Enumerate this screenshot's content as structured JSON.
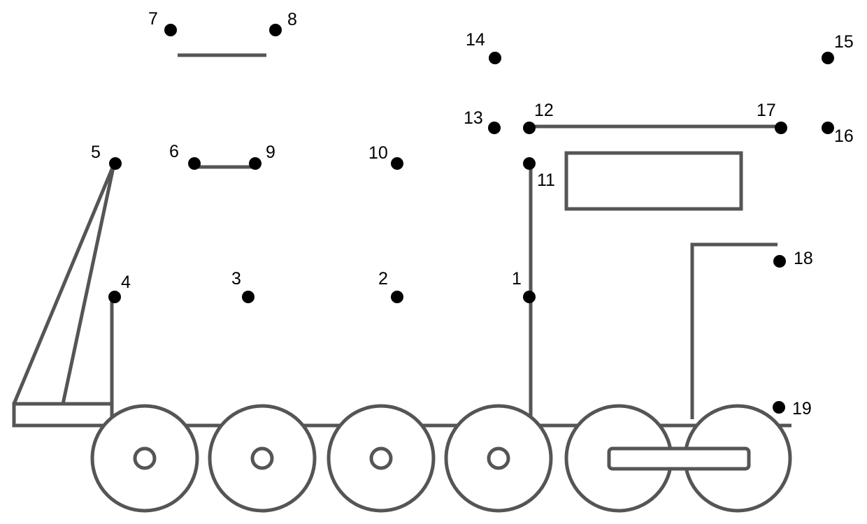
{
  "worksheet": {
    "dots": [
      {
        "label": "1"
      },
      {
        "label": "2"
      },
      {
        "label": "3"
      },
      {
        "label": "4"
      },
      {
        "label": "5"
      },
      {
        "label": "6"
      },
      {
        "label": "7"
      },
      {
        "label": "8"
      },
      {
        "label": "9"
      },
      {
        "label": "10"
      },
      {
        "label": "11"
      },
      {
        "label": "12"
      },
      {
        "label": "13"
      },
      {
        "label": "14"
      },
      {
        "label": "15"
      },
      {
        "label": "16"
      },
      {
        "label": "17"
      },
      {
        "label": "18"
      },
      {
        "label": "19"
      }
    ],
    "colors": {
      "line": "#555555",
      "dot": "#000000",
      "background": "#ffffff"
    }
  }
}
